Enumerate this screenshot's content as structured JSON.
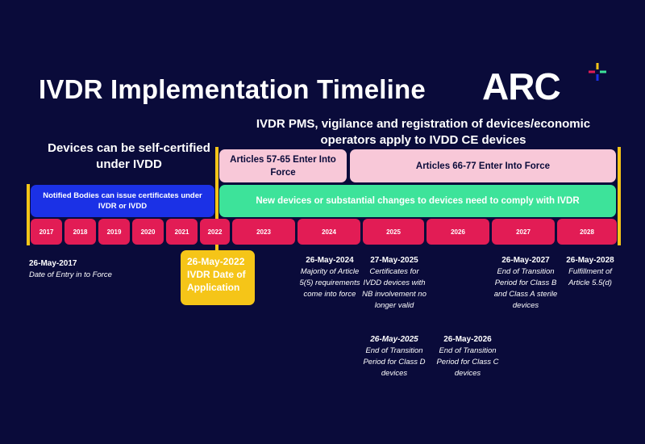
{
  "title": "IVDR Implementation Timeline",
  "logo": {
    "text": "ARC"
  },
  "headings": {
    "pms": "IVDR PMS, vigilance and registration of devices/economic operators apply to IVDD CE devices",
    "self_certified": "Devices can be self-certified under IVDD"
  },
  "bars": {
    "articles_57_65": "Articles 57-65 Enter Into Force",
    "articles_66_77": "Articles 66-77 Enter Into Force",
    "notified_bodies": "Notified Bodies can issue certificates under IVDR or IVDD",
    "new_devices": "New devices or substantial changes to devices need to comply with IVDR"
  },
  "years": [
    "2017",
    "2018",
    "2019",
    "2020",
    "2021",
    "2022",
    "2023",
    "2024",
    "2025",
    "2026",
    "2027",
    "2028"
  ],
  "milestones": [
    {
      "date": "26-May-2017",
      "text": "Date of Entry in to Force"
    },
    {
      "date": "26-May-2022",
      "text": "IVDR Date of Application"
    },
    {
      "date": "26-May-2024",
      "text": "Majority of Article 5(5) requirements come into force"
    },
    {
      "date": "27-May-2025",
      "text": "Certificates  for IVDD devices with NB involvement no longer valid"
    },
    {
      "date": "26-May-2025",
      "text": "End of Transition Period for Class D devices"
    },
    {
      "date": "26-May-2026",
      "text": "End of Transition Period for Class C devices"
    },
    {
      "date": "26-May-2027",
      "text": "End of Transition Period for Class B and Class A sterile devices"
    },
    {
      "date": "26-May-2028",
      "text": "Fulfillment of Article 5.5(d)"
    }
  ],
  "colors": {
    "background": "#0a0b3a",
    "year_bar": "#e21c55",
    "pink_bar": "#f8c8d8",
    "blue_bar": "#1b31e6",
    "green_bar": "#3de39a",
    "marker": "#f5c518"
  }
}
